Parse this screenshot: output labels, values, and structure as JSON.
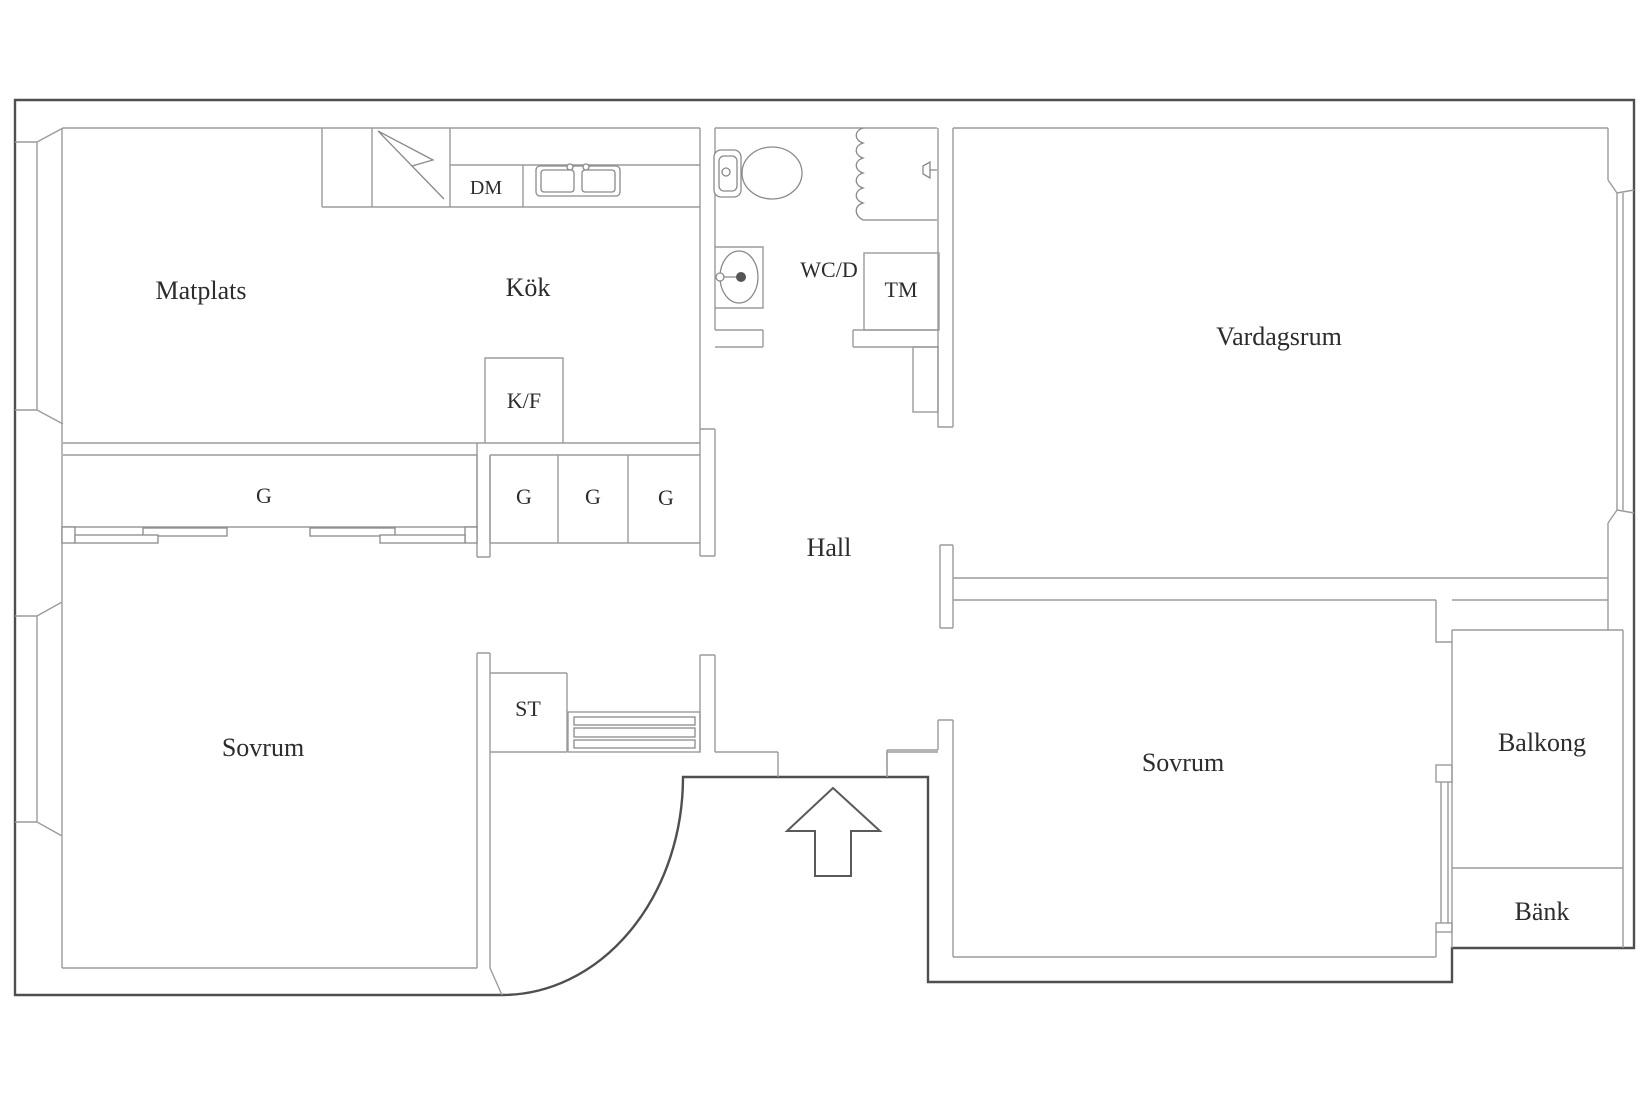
{
  "drawing": {
    "type": "apartment-floor-plan",
    "language": "Swedish",
    "background_color": "#ffffff",
    "outer_wall_color": "#4f4f4f",
    "inner_wall_color": "#9b9b9b",
    "text_color": "#2c2c2c"
  },
  "labels": {
    "matplats": "Matplats",
    "kok": "Kök",
    "dm": "DM",
    "wcd": "WC/D",
    "tm": "TM",
    "vardagsrum": "Vardagsrum",
    "kf": "K/F",
    "g_large": "G",
    "g1": "G",
    "g2": "G",
    "g3": "G",
    "hall": "Hall",
    "st": "ST",
    "sovrum_left": "Sovrum",
    "sovrum_right": "Sovrum",
    "balkong": "Balkong",
    "bank": "Bänk"
  },
  "rooms": [
    {
      "name": "Matplats",
      "type": "dining area"
    },
    {
      "name": "Kök",
      "type": "kitchen"
    },
    {
      "name": "Vardagsrum",
      "type": "living room"
    },
    {
      "name": "Hall",
      "type": "hallway"
    },
    {
      "name": "Sovrum",
      "type": "bedroom (left)"
    },
    {
      "name": "Sovrum",
      "type": "bedroom (right)"
    },
    {
      "name": "WC/D",
      "type": "bathroom"
    },
    {
      "name": "Balkong",
      "type": "balcony"
    }
  ],
  "fixtures": [
    {
      "code": "DM",
      "meaning": "dishwasher"
    },
    {
      "code": "TM",
      "meaning": "washing machine"
    },
    {
      "code": "K/F",
      "meaning": "fridge/freezer"
    },
    {
      "code": "G",
      "meaning": "wardrobe"
    },
    {
      "code": "ST",
      "meaning": "closet"
    },
    {
      "code": "Bänk",
      "meaning": "bench"
    }
  ]
}
